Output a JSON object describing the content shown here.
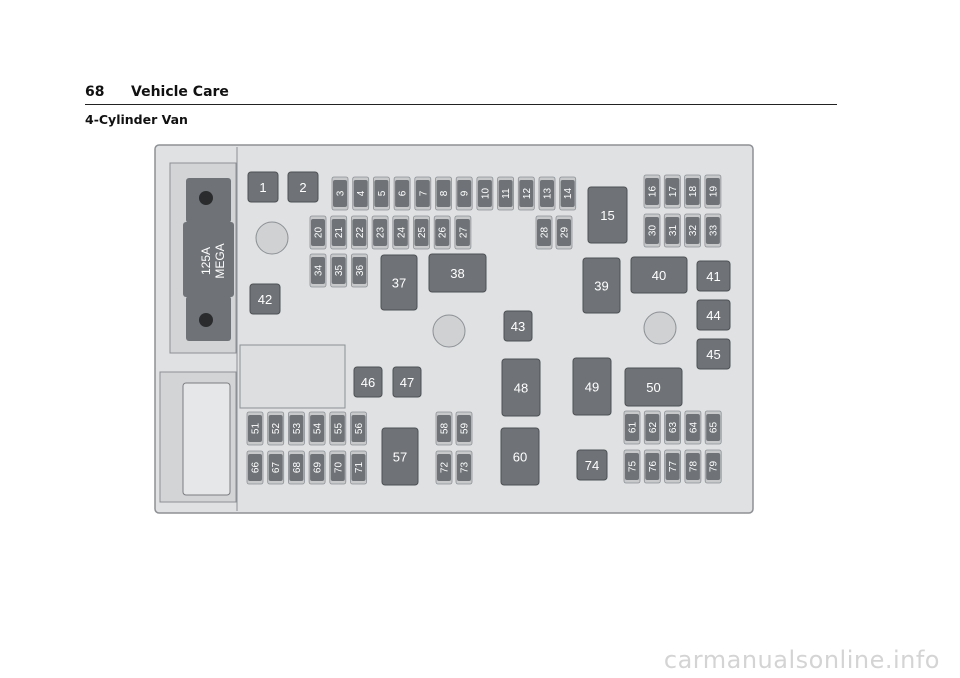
{
  "header": {
    "page_number": "68",
    "section_title": "Vehicle Care"
  },
  "subtitle": "4-Cylinder Van",
  "mega_fuse_label": [
    "125A",
    "MEGA"
  ],
  "colors": {
    "fuse": "#6f7377",
    "board": "#dfe1e3",
    "outline": "#8d9094"
  },
  "fuses": {
    "large": [
      "1",
      "2",
      "15",
      "37",
      "38",
      "39",
      "40",
      "41",
      "42",
      "43",
      "44",
      "45",
      "46",
      "47",
      "48",
      "49",
      "50",
      "57",
      "60",
      "74"
    ],
    "mini": [
      "3",
      "4",
      "5",
      "6",
      "7",
      "8",
      "9",
      "10",
      "11",
      "12",
      "13",
      "14",
      "16",
      "17",
      "18",
      "19",
      "20",
      "21",
      "22",
      "23",
      "24",
      "25",
      "26",
      "27",
      "28",
      "29",
      "30",
      "31",
      "32",
      "33",
      "34",
      "35",
      "36",
      "51",
      "52",
      "53",
      "54",
      "55",
      "56",
      "58",
      "59",
      "61",
      "62",
      "63",
      "64",
      "65",
      "66",
      "67",
      "68",
      "69",
      "70",
      "71",
      "72",
      "73",
      "75",
      "76",
      "77",
      "78",
      "79"
    ]
  },
  "footer_watermark": "carmanualsonline.info"
}
